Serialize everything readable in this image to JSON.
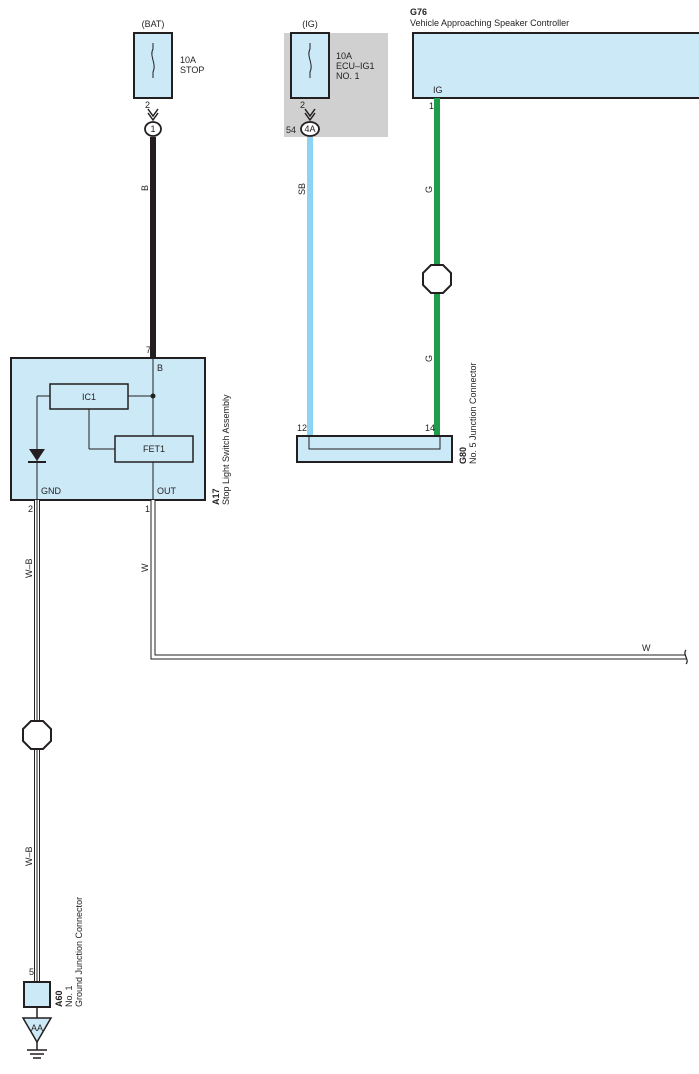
{
  "fuse_bat": {
    "source": "(BAT)",
    "rating": "10A",
    "name": "STOP",
    "pin": "2",
    "connector": "1"
  },
  "fuse_ig": {
    "source": "(IG)",
    "rating": "10A",
    "name_line1": "ECU–IG1",
    "name_line2": "NO. 1",
    "pin": "2",
    "conn_pin": "54",
    "connector": "4A"
  },
  "controller": {
    "code": "G76",
    "name": "Vehicle Approaching Speaker Controller",
    "terminal": "IG",
    "pin": "1"
  },
  "stop_switch": {
    "code": "A17",
    "name": "Stop Light Switch Assembly",
    "pin_b": "7",
    "term_b": "B",
    "ic": "IC1",
    "fet": "FET1",
    "term_gnd": "GND",
    "pin_gnd": "2",
    "term_out": "OUT",
    "pin_out": "1"
  },
  "junction": {
    "code": "G80",
    "name": "No. 5 Junction Connector",
    "pin_left": "12",
    "pin_right": "14"
  },
  "ground_conn": {
    "code": "A60",
    "name_line1": "No. 1",
    "name_line2": "Ground Junction Connector",
    "pin": "5",
    "ground_point": "AA"
  },
  "wires": {
    "b": "B",
    "sb": "SB",
    "g1": "G",
    "g2": "G",
    "w1": "W",
    "w2": "W",
    "wb1": "W–B",
    "wb2": "W–B"
  },
  "colors": {
    "black_wire": "#231f20",
    "sb_wire": "#8fd3f4",
    "g_wire": "#1e9e4a",
    "w_wire": "#ffffff",
    "component_fill": "#cce9f7",
    "ig_shade": "#d0d0d0"
  }
}
